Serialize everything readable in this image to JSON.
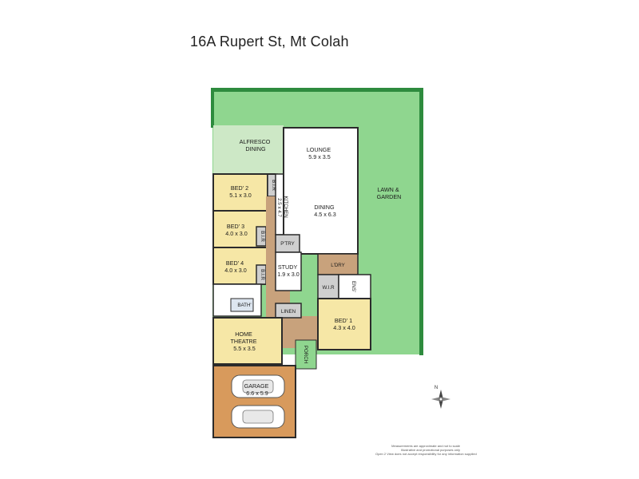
{
  "title": "16A Rupert St, Mt Colah",
  "rooms": {
    "alfresco": [
      "ALFRESCO",
      "DINING"
    ],
    "lounge": [
      "LOUNGE",
      "5.9 x 3.5"
    ],
    "dining": [
      "DINING",
      "4.5 x 6.3"
    ],
    "kitchen": [
      "KITCHEN",
      "2.5 x 4.7"
    ],
    "bed2": [
      "BED' 2",
      "5.1 x 3.0"
    ],
    "bed3": [
      "BED' 3",
      "4.0 x 3.0"
    ],
    "bed4": [
      "BED' 4",
      "4.0 x 3.0"
    ],
    "study": [
      "STUDY",
      "1.9 x 3.0"
    ],
    "ptry": "P'TRY",
    "ldry": "L'DRY",
    "wir": "W.I.R",
    "ens": "ENS'",
    "bath": "BATH'",
    "linen": "LINEN",
    "bed1": [
      "BED' 1",
      "4.3 x 4.0"
    ],
    "home_theatre": [
      "HOME",
      "THEATRE",
      "5.5 x 3.5"
    ],
    "porch": "PORCH",
    "garage": [
      "GARAGE",
      "6.6 x 5.9"
    ],
    "lawn": [
      "LAWN &",
      "GARDEN"
    ],
    "bir": "B.I.R"
  },
  "compass": "N",
  "disclaimer": [
    "Measurements are approximate and not to scale",
    "Illustrative and promotional purposes only",
    "Open 2 View does not accept responsibility for any information supplied"
  ],
  "colors": {
    "wall": "#2b2b2b",
    "lawn": "#8fd68f",
    "hedge": "#2e8b3e",
    "bedroom": "#f6e7a6",
    "living": "#ffffff",
    "hall": "#c8a27c",
    "garage": "#d89a5c",
    "wet": "#cfcfcf",
    "alfresco": "#cde8c6"
  }
}
